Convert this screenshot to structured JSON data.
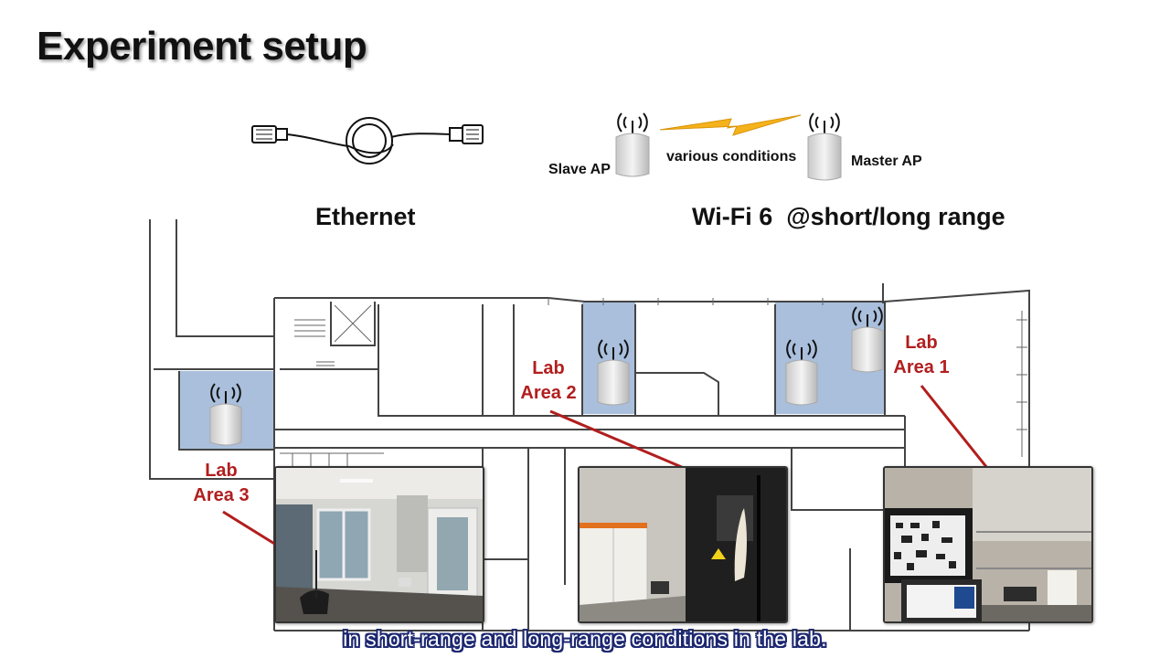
{
  "title": "Experiment setup",
  "legend": {
    "ethernet_label": "Ethernet",
    "wifi_label": "Wi-Fi 6  @short/long range",
    "slave_ap_label": "Slave AP",
    "master_ap_label": "Master AP",
    "link_label": "various conditions"
  },
  "labs": [
    {
      "name": "Lab\nArea 1"
    },
    {
      "name": "Lab\nArea 2"
    },
    {
      "name": "Lab\nArea 3"
    }
  ],
  "caption": "in short-range and long-range conditions in the lab.",
  "colors": {
    "lab_label": "#b21e1e",
    "lab_highlight": "#a9bfdc",
    "lightning": "#f5b21b",
    "caption_outline": "#1c2770",
    "floorplan_wall": "#444444"
  },
  "icons": [
    "ethernet-cable-icon",
    "access-point-icon",
    "lightning-bolt-icon",
    "antenna-icon"
  ]
}
